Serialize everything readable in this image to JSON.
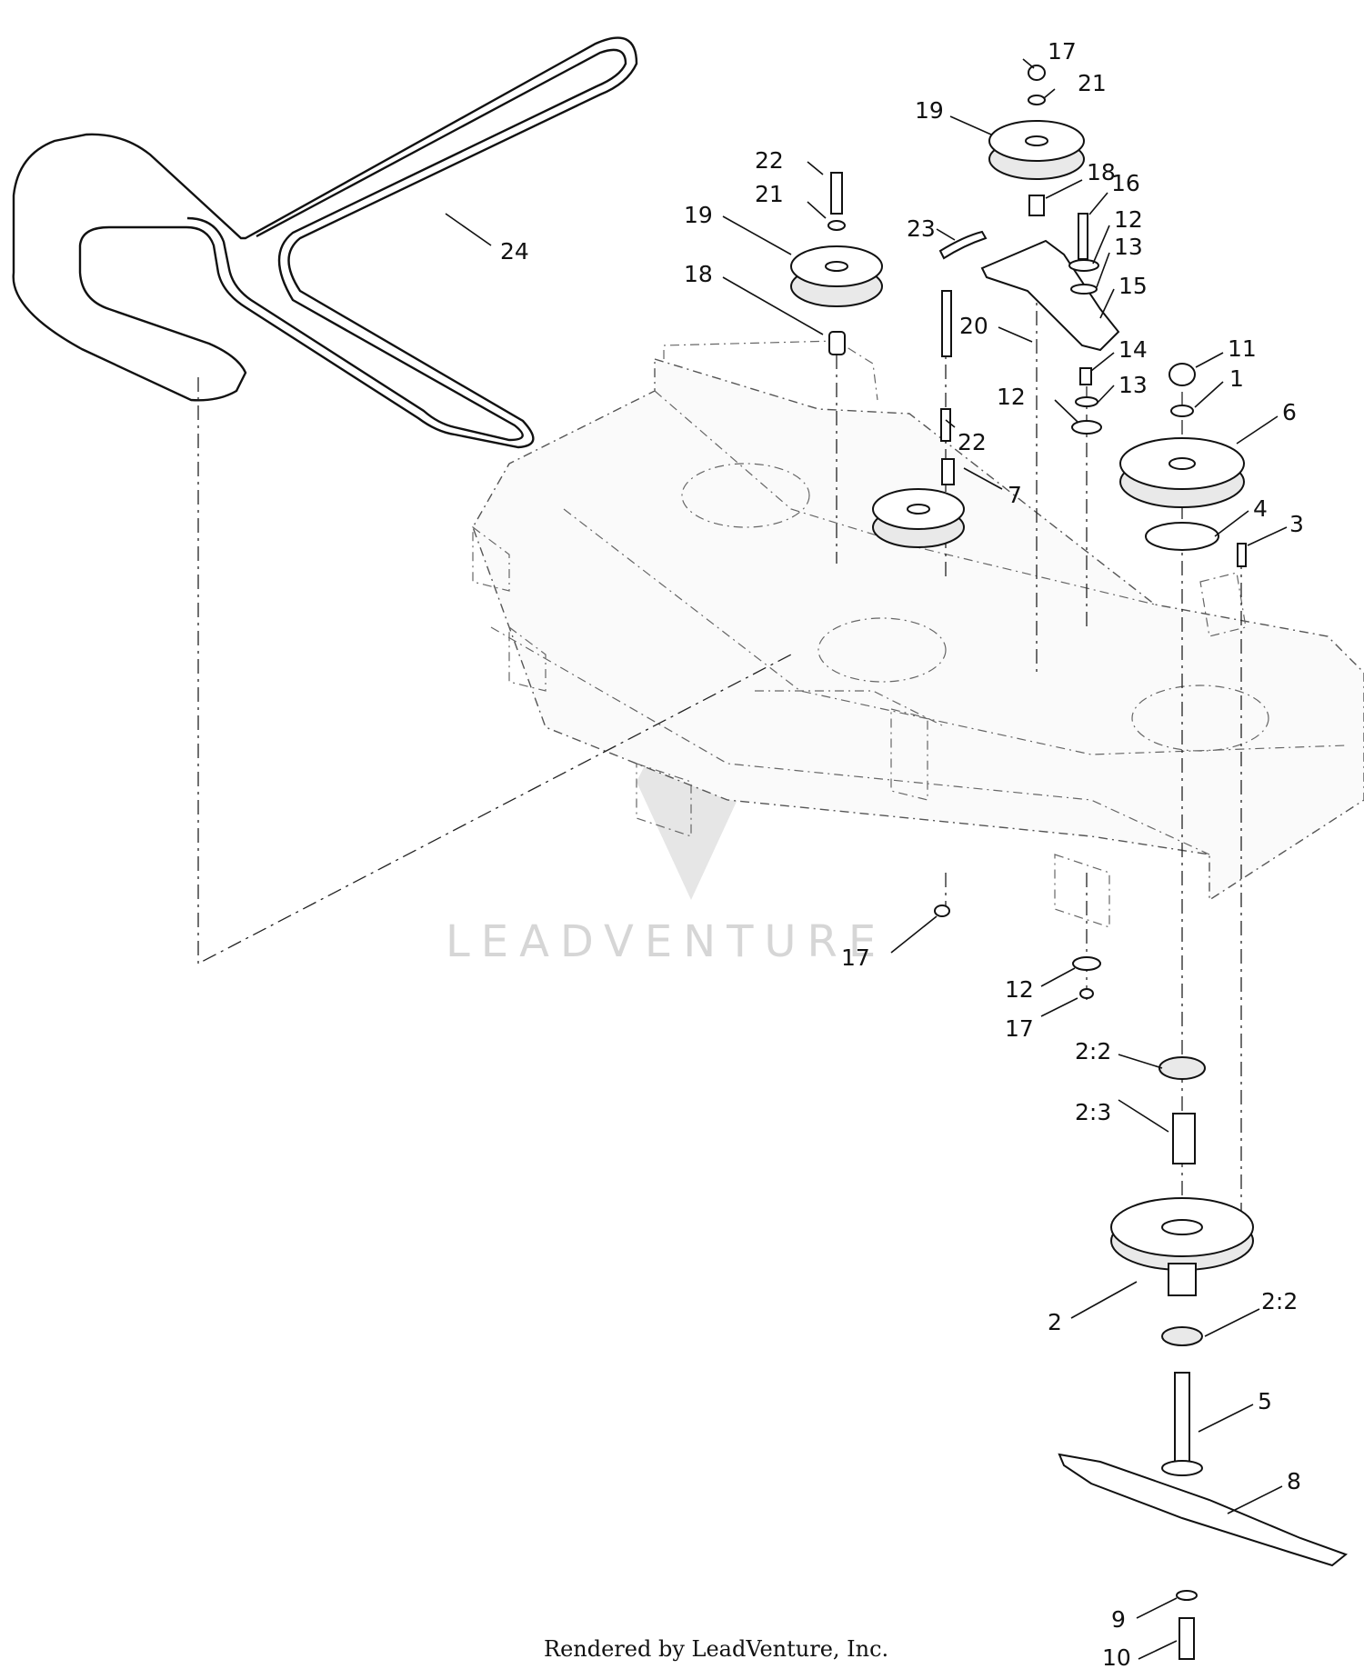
{
  "callouts": [
    {
      "label": "17"
    },
    {
      "label": "21"
    },
    {
      "label": "19"
    },
    {
      "label": "18"
    },
    {
      "label": "22"
    },
    {
      "label": "21"
    },
    {
      "label": "19"
    },
    {
      "label": "18"
    },
    {
      "label": "23"
    },
    {
      "label": "16"
    },
    {
      "label": "12"
    },
    {
      "label": "13"
    },
    {
      "label": "15"
    },
    {
      "label": "20"
    },
    {
      "label": "14"
    },
    {
      "label": "13"
    },
    {
      "label": "12"
    },
    {
      "label": "11"
    },
    {
      "label": "1"
    },
    {
      "label": "6"
    },
    {
      "label": "22"
    },
    {
      "label": "7"
    },
    {
      "label": "4"
    },
    {
      "label": "3"
    },
    {
      "label": "24"
    },
    {
      "label": "17"
    },
    {
      "label": "12"
    },
    {
      "label": "17"
    },
    {
      "label": "2:2"
    },
    {
      "label": "2:3"
    },
    {
      "label": "2"
    },
    {
      "label": "2:2"
    },
    {
      "label": "5"
    },
    {
      "label": "8"
    },
    {
      "label": "9"
    },
    {
      "label": "10"
    }
  ],
  "watermark": "LEADVENTURE",
  "footer": "Rendered by LeadVenture, Inc."
}
